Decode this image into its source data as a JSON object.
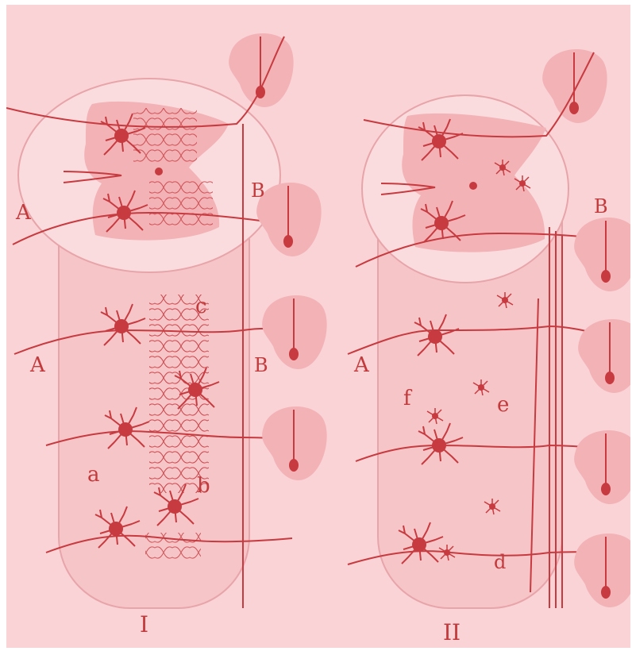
{
  "figure": {
    "colors": {
      "background": "#f9d3d6",
      "tissue": "#f2b2b6",
      "ink": "#c73a3f",
      "tube": "#f6c5c8"
    },
    "panels": [
      {
        "numeral": "I",
        "labels": {
          "A_upper": "A",
          "A_lower": "A",
          "B_upper": "B",
          "B_lower": "B",
          "a": "a",
          "b": "b",
          "c": "c"
        }
      },
      {
        "numeral": "II",
        "labels": {
          "A_upper": "A",
          "B": "B",
          "d": "d",
          "e": "e",
          "f": "f"
        }
      }
    ]
  }
}
